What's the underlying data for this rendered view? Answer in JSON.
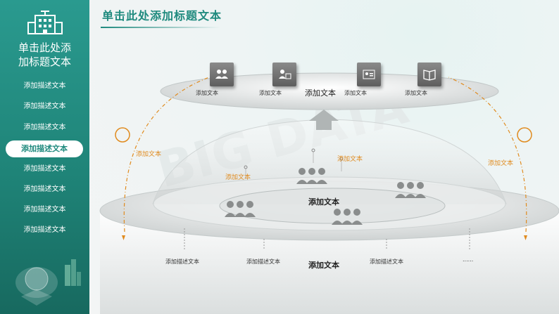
{
  "sidebar": {
    "title_line1": "单击此处添",
    "title_line2": "加标题文本",
    "items": [
      {
        "label": "添加描述文本"
      },
      {
        "label": "添加描述文本"
      },
      {
        "label": "添加描述文本"
      },
      {
        "label": "添加描述文本",
        "active": true
      },
      {
        "label": "添加描述文本"
      },
      {
        "label": "添加描述文本"
      },
      {
        "label": "添加描述文本"
      },
      {
        "label": "添加描述文本"
      }
    ]
  },
  "header": {
    "title": "单击此处添加标题文本"
  },
  "top_tier": {
    "center_label": "添加文本",
    "cards": [
      {
        "label": "添加文本",
        "icon": "group-icon"
      },
      {
        "label": "添加文本",
        "icon": "id-card-icon"
      },
      {
        "label": "添加文本",
        "icon": "badge-icon"
      },
      {
        "label": "添加文本",
        "icon": "book-icon"
      }
    ]
  },
  "middle_tier": {
    "center_label": "添加文本",
    "orange_labels": [
      "添加文本",
      "添加文本"
    ],
    "side_labels": [
      "添加文本",
      "添加文本"
    ]
  },
  "bottom_tier": {
    "center_label": "添加文本",
    "labels": [
      "添加描述文本",
      "添加描述文本",
      "添加描述文本",
      "......"
    ]
  },
  "colors": {
    "accent": "#1f8a7e",
    "orange": "#e08b1f"
  }
}
